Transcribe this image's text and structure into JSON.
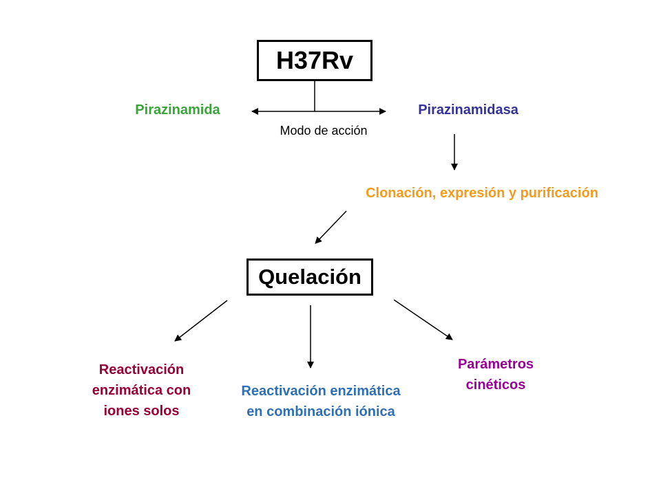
{
  "colors": {
    "arrow": "#000000",
    "pirazinamida": "#3aa33a",
    "pirazinamidasa": "#333399",
    "clonacion": "#f29b1f",
    "reactivacion_iones": "#990033",
    "reactivacion_combinacion": "#2f6fb5",
    "parametros": "#990099"
  },
  "nodes": {
    "h37rv": "H37Rv",
    "pirazinamida": "Pirazinamida",
    "pirazinamidasa": "Pirazinamidasa",
    "modo_accion": "Modo de acción",
    "clonacion": "Clonación, expresión y purificación",
    "quelacion": "Quelación",
    "reactivacion_iones": "Reactivación enzimática con iones solos",
    "reactivacion_combinacion": "Reactivación enzimática en combinación iónica",
    "parametros": "Parámetros cinéticos"
  }
}
